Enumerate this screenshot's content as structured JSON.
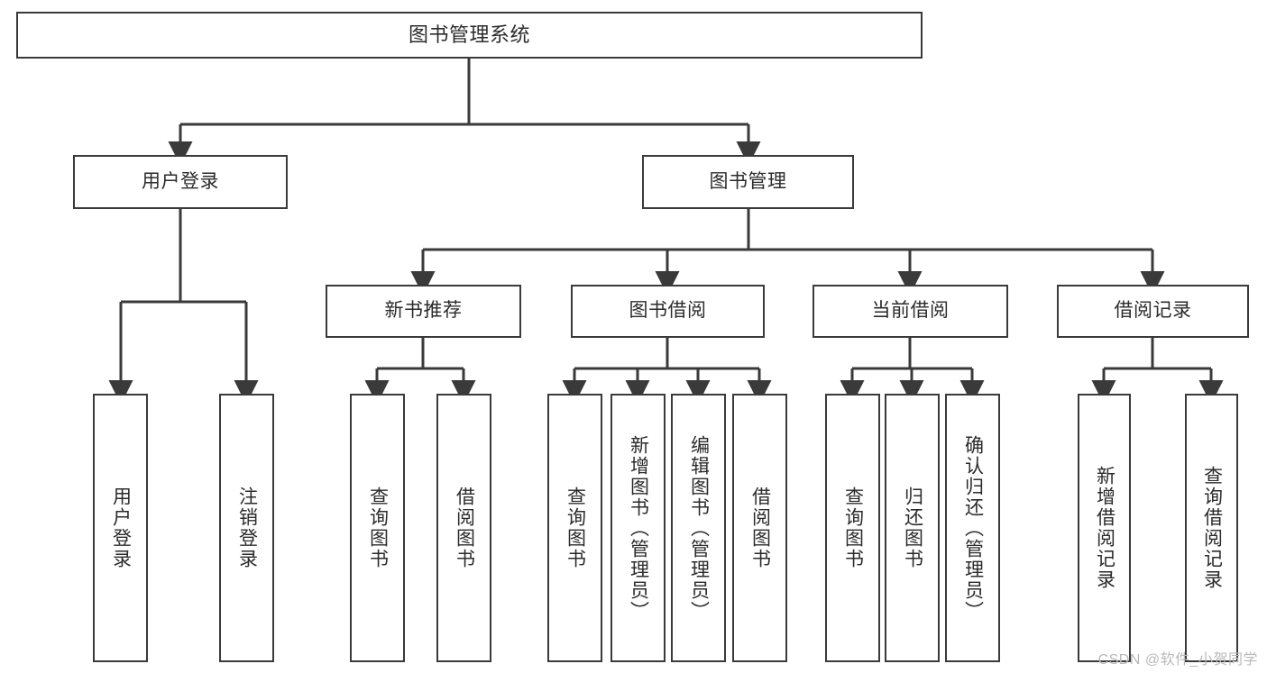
{
  "diagram": {
    "title": "图书管理系统",
    "watermark": "CSDN @软件_小贺同学",
    "line_color": "#3a3a3a",
    "text_color": "#2b2b2b",
    "background": "#ffffff"
  },
  "nodes": {
    "root": {
      "label": "图书管理系统"
    },
    "level1": [
      {
        "label": "用户登录"
      },
      {
        "label": "图书管理"
      }
    ],
    "level2": [
      {
        "label": "新书推荐"
      },
      {
        "label": "图书借阅"
      },
      {
        "label": "当前借阅"
      },
      {
        "label": "借阅记录"
      }
    ],
    "leaves": {
      "user_login": [
        {
          "label": "用户登录"
        },
        {
          "label": "注销登录"
        }
      ],
      "new_book": [
        {
          "label": "查询图书"
        },
        {
          "label": "借阅图书"
        }
      ],
      "book_borrow": [
        {
          "label": "查询图书"
        },
        {
          "label": "新增图书（管理员）"
        },
        {
          "label": "编辑图书（管理员）"
        },
        {
          "label": "借阅图书"
        }
      ],
      "current_borrow": [
        {
          "label": "查询图书"
        },
        {
          "label": "归还图书"
        },
        {
          "label": "确认归还（管理员）"
        }
      ],
      "borrow_record": [
        {
          "label": "新增借阅记录"
        },
        {
          "label": "查询借阅记录"
        }
      ]
    }
  }
}
